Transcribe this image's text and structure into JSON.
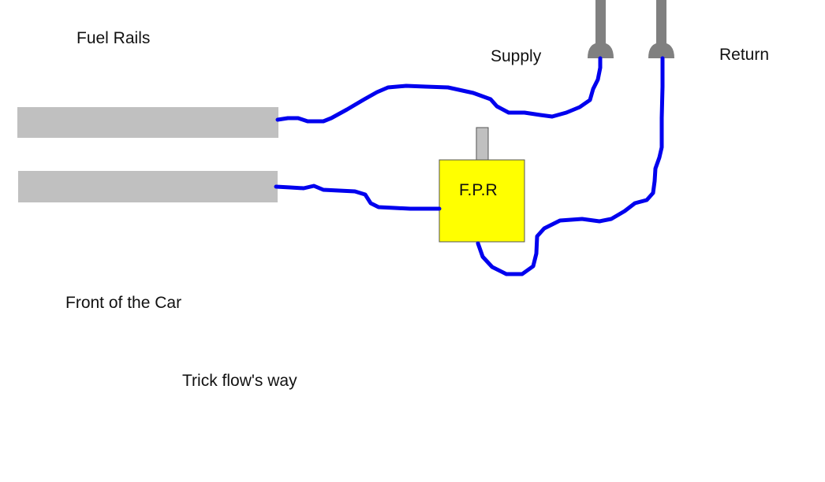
{
  "labels": {
    "fuel_rails": "Fuel Rails",
    "supply": "Supply",
    "return": "Return",
    "front_of_car": "Front of the Car",
    "caption": "Trick flow's way",
    "regulator": "F.P.R"
  },
  "colors": {
    "background": "#ffffff",
    "rail": "#c0c0c0",
    "line": "#0000ee",
    "fitting": "#808080",
    "regulator": "#ffff00",
    "regulator_stem": "#c0c0c0"
  }
}
